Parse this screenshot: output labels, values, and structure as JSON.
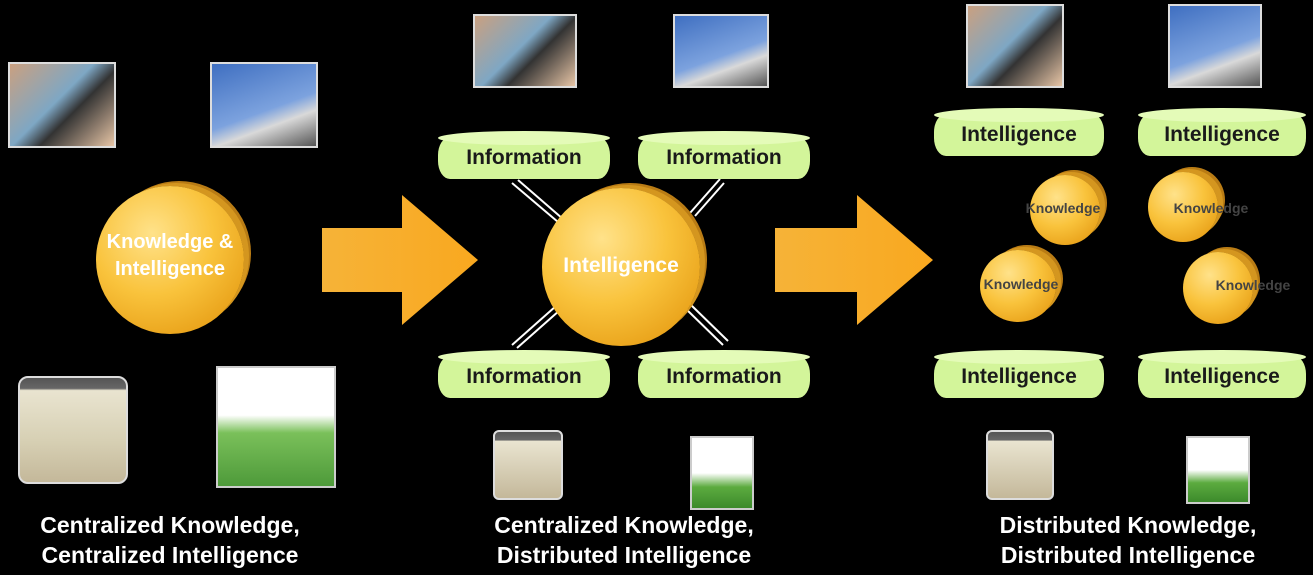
{
  "panels": [
    {
      "orb_text": "Knowledge & Intelligence",
      "caption_line1": "Centralized Knowledge,",
      "caption_line2": "Centralized Intelligence"
    },
    {
      "orb_text": "Intelligence",
      "nodes": [
        "Information",
        "Information",
        "Information",
        "Information"
      ],
      "caption_line1": "Centralized Knowledge,",
      "caption_line2": "Distributed Intelligence"
    },
    {
      "orbs": [
        "Knowledge",
        "Knowledge",
        "Knowledge",
        "Knowledge"
      ],
      "nodes": [
        "Intelligence",
        "Intelligence",
        "Intelligence",
        "Intelligence"
      ],
      "caption_line1": "Distributed Knowledge,",
      "caption_line2": "Distributed Intelligence"
    }
  ],
  "colors": {
    "background": "#000000",
    "orb": "#f9c33c",
    "node": "#d3f59a",
    "arrow": "#f7a21b"
  }
}
